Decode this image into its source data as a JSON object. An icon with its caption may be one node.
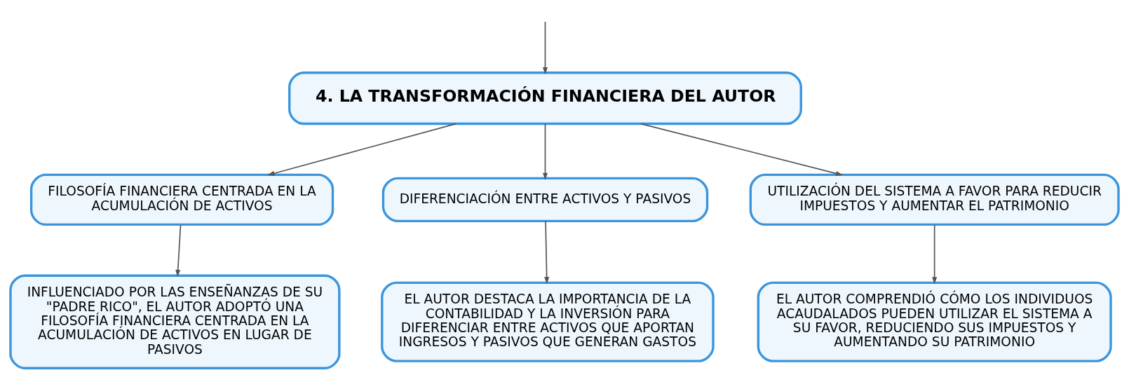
{
  "diagram": {
    "nodes": [
      {
        "text": [
          "4. LA TRANSFORMACIÓN FINANCIERA DEL AUTOR"
        ]
      },
      {
        "text": [
          "FILOSOFÍA FINANCIERA CENTRADA EN LA ACUMULACIÓN DE ACTIVOS"
        ]
      },
      {
        "text": [
          "DIFERENCIACIÓN ENTRE ACTIVOS Y PASIVOS"
        ]
      },
      {
        "text": [
          "UTILIZACIÓN DEL SISTEMA A FAVOR PARA REDUCIR IMPUESTOS Y AUMENTAR EL PATRIMONIO"
        ]
      },
      {
        "text": [
          "INFLUENCIADO POR LAS ENSEÑANZAS DE SU \"PADRE RICO\", EL AUTOR ADOPTÓ UNA FILOSOFÍA FINANCIERA CENTRADA EN LA ACUMULACIÓN DE ACTIVOS EN LUGAR DE PASIVOS"
        ]
      },
      {
        "text": [
          "EL AUTOR DESTACA LA IMPORTANCIA DE LA CONTABILIDAD Y LA INVERSIÓN PARA DIFERENCIAR ENTRE ACTIVOS QUE APORTAN INGRESOS Y PASIVOS QUE GENERAN GASTOS"
        ]
      },
      {
        "text": [
          "EL AUTOR COMPRENDIÓ CÓMO LOS INDIVIDUOS ACAUDALADOS PUEDEN UTILIZAR EL SISTEMA A SU FAVOR, REDUCIENDO SUS IMPUESTOS Y AUMENTANDO SU PATRIMONIO"
        ]
      }
    ],
    "edges": [
      {
        "from": null,
        "to": 0,
        "arrow": "to"
      },
      {
        "from": 0,
        "to": 1,
        "arrow": "to"
      },
      {
        "from": 0,
        "to": 2,
        "arrow": "to"
      },
      {
        "from": 0,
        "to": 3,
        "arrow": "to"
      },
      {
        "from": 1,
        "to": 4,
        "arrow": "to"
      },
      {
        "from": 2,
        "to": 5,
        "arrow": "to"
      },
      {
        "from": 3,
        "to": 6,
        "arrow": "to"
      }
    ]
  }
}
